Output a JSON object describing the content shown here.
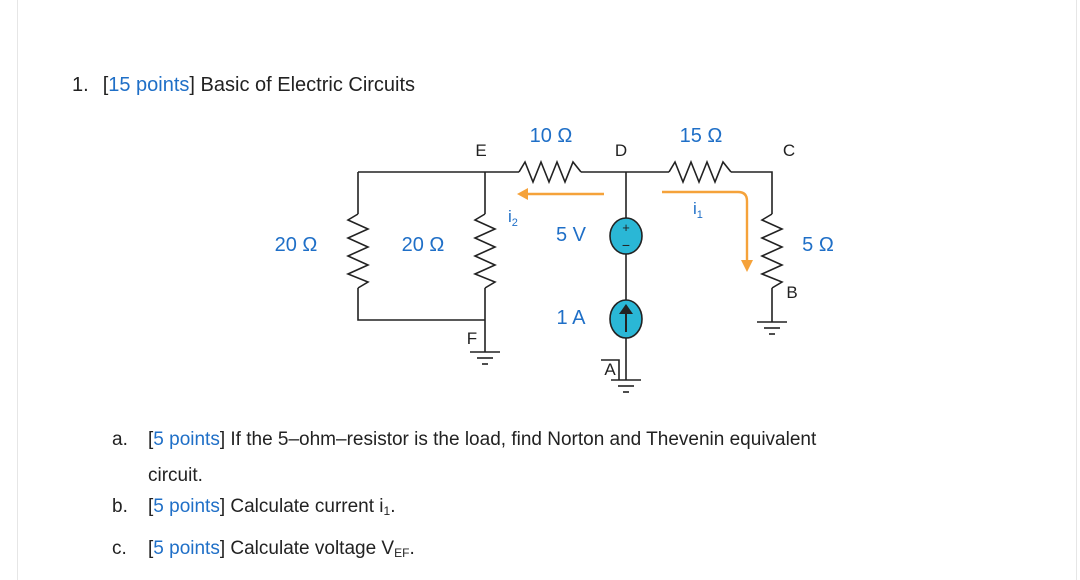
{
  "question": {
    "number": "1.",
    "points": "15 points",
    "title": "Basic of Electric Circuits"
  },
  "circuit": {
    "nodes": {
      "E": "E",
      "D": "D",
      "C": "C",
      "B": "B",
      "F": "F",
      "A": "A"
    },
    "labels": {
      "r_ed": "10 Ω",
      "r_dc": "15 Ω",
      "r_left": "20 Ω",
      "r_mid": "20 Ω",
      "r_load": "5 Ω",
      "v_source": "5 V",
      "i_source": "1 A",
      "i2_base": "i",
      "i2_sub": "2",
      "i1_base": "i",
      "i1_sub": "1",
      "plus": "+",
      "minus": "−"
    },
    "colors": {
      "wire": "#222222",
      "label": "#1f6fc7",
      "source_fill": "#2ab7d6",
      "current_arrow": "#f5a23a"
    }
  },
  "subquestions": [
    {
      "letter": "a.",
      "points": "5 points",
      "text_line1": "If the 5–ohm–resistor is the load, find Norton and Thevenin equivalent",
      "text_line2": "circuit."
    },
    {
      "letter": "b.",
      "points": "5 points",
      "text": "Calculate current i",
      "sub": "1",
      "end": "."
    },
    {
      "letter": "c.",
      "points": "5 points",
      "text": "Calculate voltage V",
      "sub": "EF",
      "end": "."
    }
  ]
}
